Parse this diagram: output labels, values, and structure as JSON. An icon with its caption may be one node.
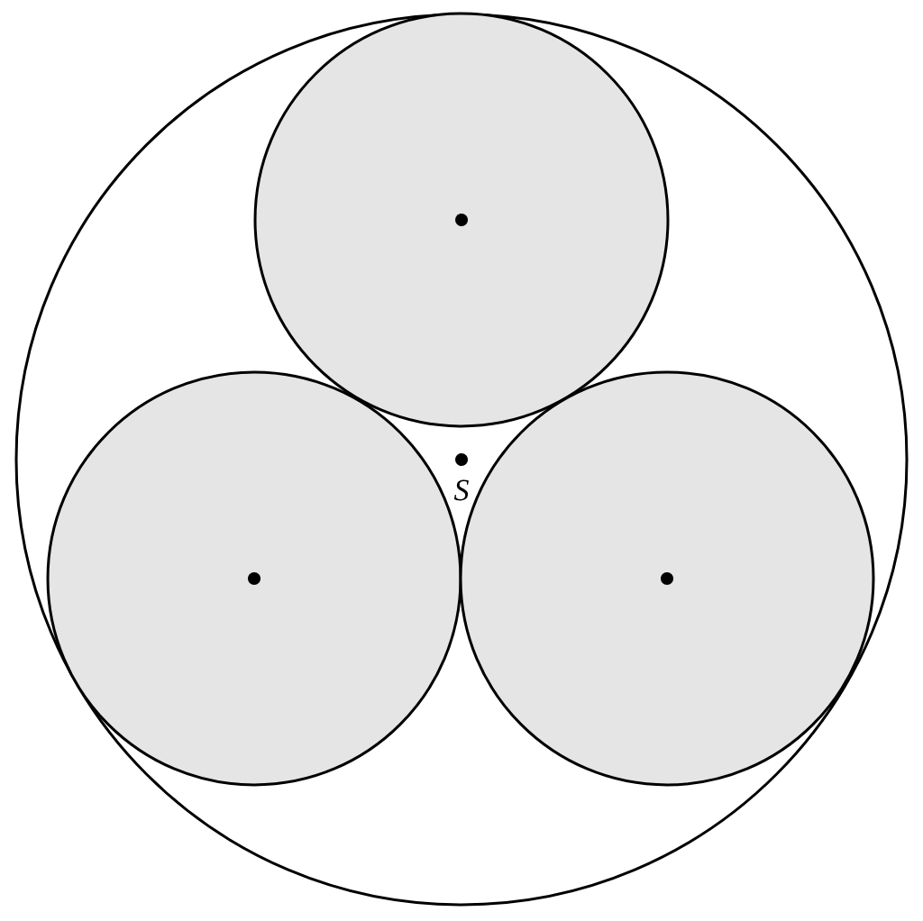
{
  "diagram": {
    "nodes": [
      {
        "text": [],
        "shape": "circle"
      },
      {
        "text": [],
        "shape": "circle",
        "in": 0
      },
      {
        "text": [],
        "shape": "circle",
        "in": 0
      },
      {
        "text": [],
        "shape": "circle",
        "in": 0
      }
    ],
    "labels": [
      "S"
    ]
  }
}
